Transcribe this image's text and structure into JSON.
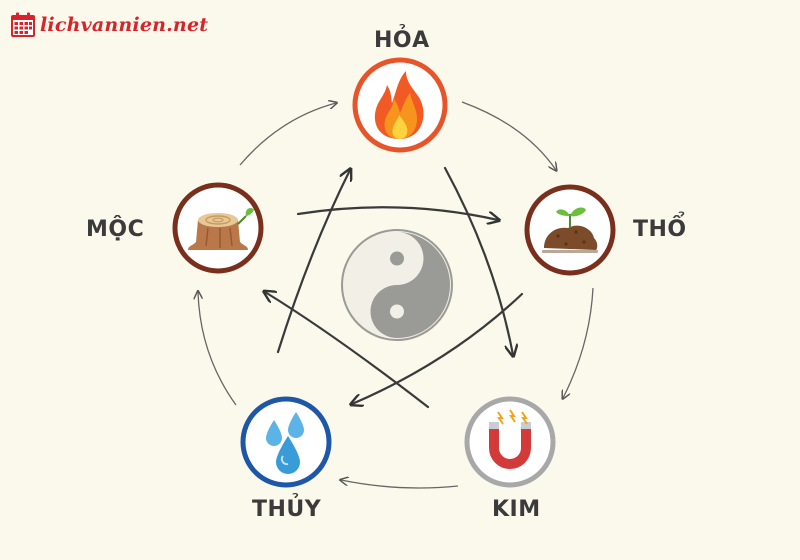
{
  "logo": {
    "text": "lichvannien.net",
    "color": "#d8232a",
    "icon": "calendar-icon"
  },
  "elements": [
    {
      "id": "hoa",
      "label": "HỎA",
      "icon": "fire-icon",
      "ring": "#e8542a"
    },
    {
      "id": "tho",
      "label": "THỔ",
      "icon": "soil-sprout-icon",
      "ring": "#7a2e1c"
    },
    {
      "id": "kim",
      "label": "KIM",
      "icon": "magnet-icon",
      "ring": "#a8a8a8"
    },
    {
      "id": "thuy",
      "label": "THỦY",
      "icon": "water-drops-icon",
      "ring": "#1e56a8"
    },
    {
      "id": "moc",
      "label": "MỘC",
      "icon": "tree-stump-icon",
      "ring": "#7a2e1c"
    }
  ],
  "center": {
    "icon": "yin-yang-icon"
  }
}
